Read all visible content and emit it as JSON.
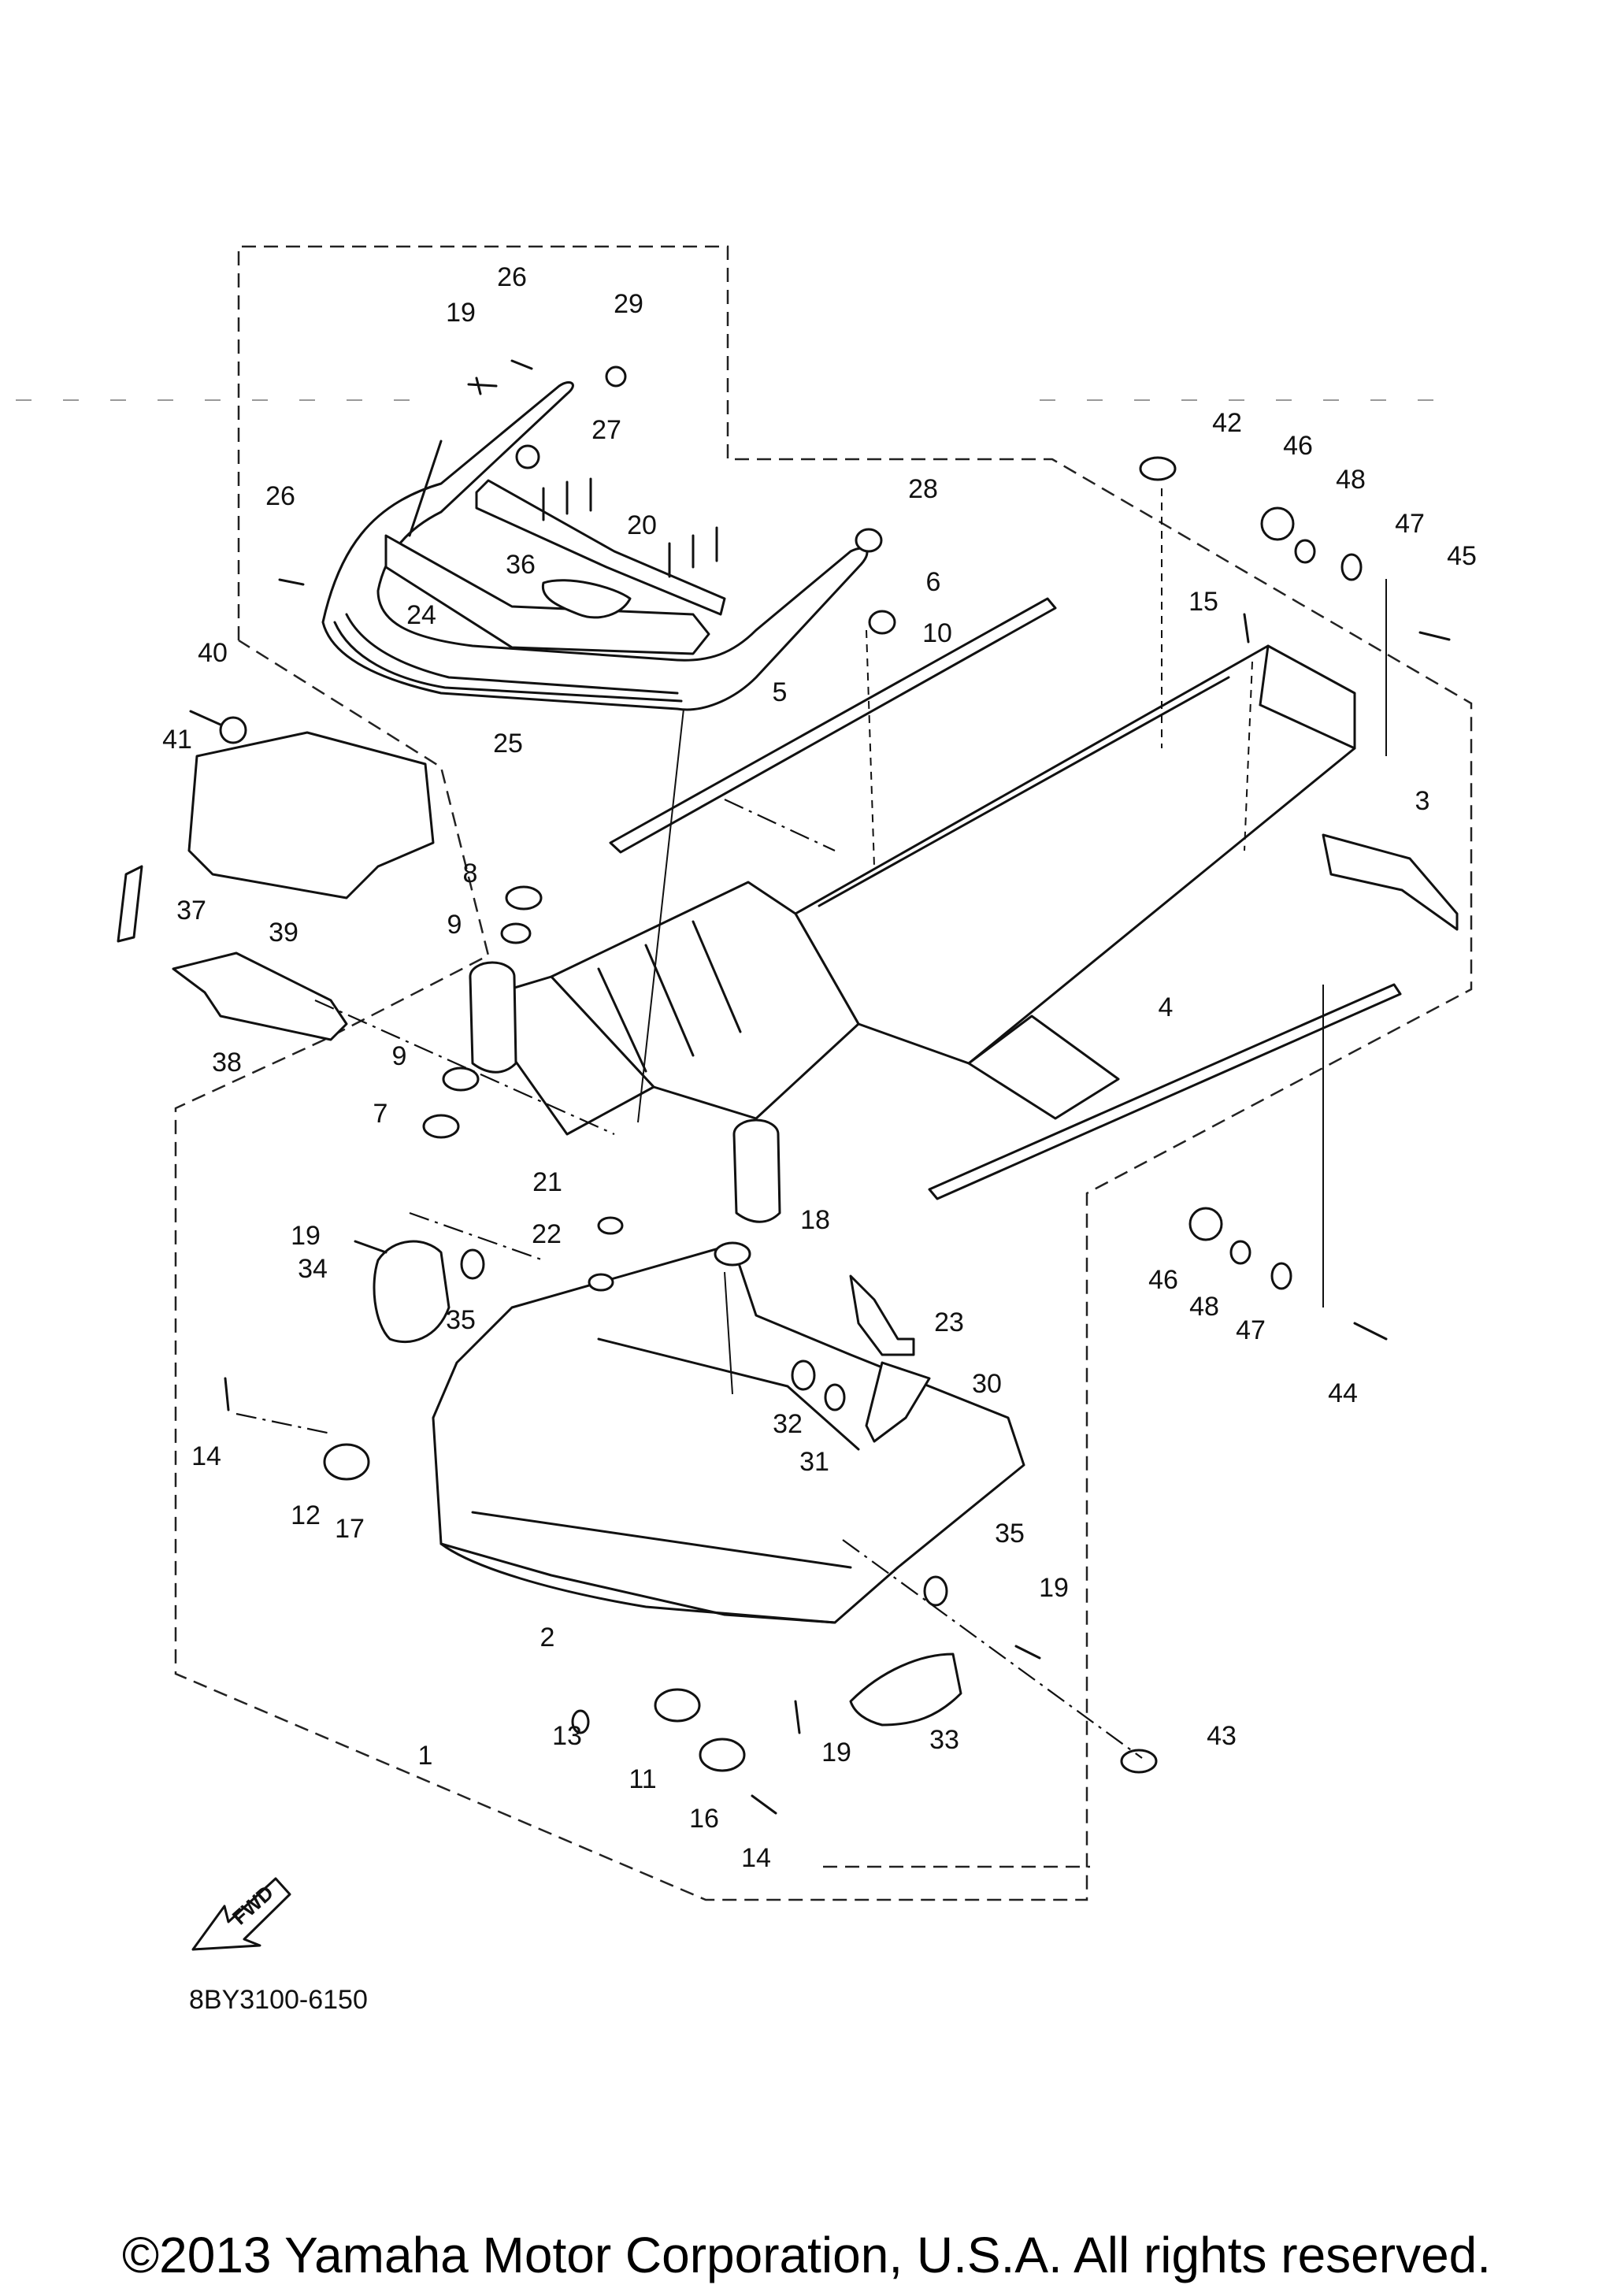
{
  "diagram": {
    "drawing_code": "8BY3100-6150",
    "fwd_label": "FWD",
    "copyright": "©2013 Yamaha Motor Corporation, U.S.A. All rights reserved.",
    "callouts": [
      {
        "id": "c1",
        "text": "1"
      },
      {
        "id": "c2",
        "text": "2"
      },
      {
        "id": "c3",
        "text": "3"
      },
      {
        "id": "c4",
        "text": "4"
      },
      {
        "id": "c5",
        "text": "5"
      },
      {
        "id": "c6",
        "text": "6"
      },
      {
        "id": "c7",
        "text": "7"
      },
      {
        "id": "c8",
        "text": "8"
      },
      {
        "id": "c9a",
        "text": "9"
      },
      {
        "id": "c9b",
        "text": "9"
      },
      {
        "id": "c10",
        "text": "10"
      },
      {
        "id": "c11",
        "text": "11"
      },
      {
        "id": "c12",
        "text": "12"
      },
      {
        "id": "c13",
        "text": "13"
      },
      {
        "id": "c14a",
        "text": "14"
      },
      {
        "id": "c14b",
        "text": "14"
      },
      {
        "id": "c15",
        "text": "15"
      },
      {
        "id": "c16",
        "text": "16"
      },
      {
        "id": "c17",
        "text": "17"
      },
      {
        "id": "c18",
        "text": "18"
      },
      {
        "id": "c19a",
        "text": "19"
      },
      {
        "id": "c19b",
        "text": "19"
      },
      {
        "id": "c19c",
        "text": "19"
      },
      {
        "id": "c19d",
        "text": "19"
      },
      {
        "id": "c20",
        "text": "20"
      },
      {
        "id": "c21",
        "text": "21"
      },
      {
        "id": "c22",
        "text": "22"
      },
      {
        "id": "c23",
        "text": "23"
      },
      {
        "id": "c24",
        "text": "24"
      },
      {
        "id": "c25",
        "text": "25"
      },
      {
        "id": "c26a",
        "text": "26"
      },
      {
        "id": "c26b",
        "text": "26"
      },
      {
        "id": "c27",
        "text": "27"
      },
      {
        "id": "c28",
        "text": "28"
      },
      {
        "id": "c29",
        "text": "29"
      },
      {
        "id": "c30",
        "text": "30"
      },
      {
        "id": "c31",
        "text": "31"
      },
      {
        "id": "c32",
        "text": "32"
      },
      {
        "id": "c33",
        "text": "33"
      },
      {
        "id": "c34",
        "text": "34"
      },
      {
        "id": "c35a",
        "text": "35"
      },
      {
        "id": "c35b",
        "text": "35"
      },
      {
        "id": "c36",
        "text": "36"
      },
      {
        "id": "c37",
        "text": "37"
      },
      {
        "id": "c38",
        "text": "38"
      },
      {
        "id": "c39",
        "text": "39"
      },
      {
        "id": "c40",
        "text": "40"
      },
      {
        "id": "c41",
        "text": "41"
      },
      {
        "id": "c42",
        "text": "42"
      },
      {
        "id": "c43",
        "text": "43"
      },
      {
        "id": "c44",
        "text": "44"
      },
      {
        "id": "c45",
        "text": "45"
      },
      {
        "id": "c46a",
        "text": "46"
      },
      {
        "id": "c46b",
        "text": "46"
      },
      {
        "id": "c47a",
        "text": "47"
      },
      {
        "id": "c47b",
        "text": "47"
      },
      {
        "id": "c48a",
        "text": "48"
      },
      {
        "id": "c48b",
        "text": "48"
      }
    ]
  }
}
